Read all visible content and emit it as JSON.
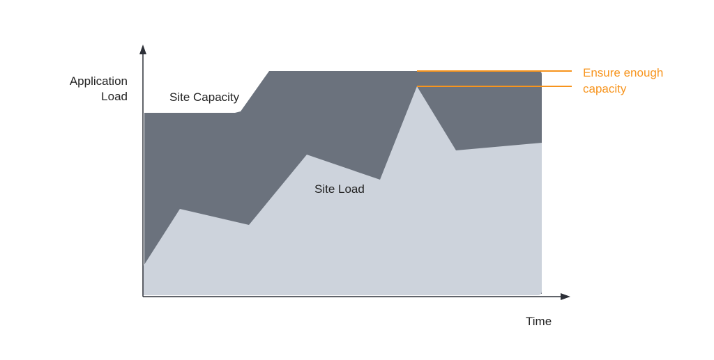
{
  "diagram": {
    "y_axis_label_line1": "Application",
    "y_axis_label_line2": "Load",
    "x_axis_label": "Time",
    "capacity_label": "Site Capacity",
    "load_label": "Site Load",
    "annotation_line1": "Ensure enough",
    "annotation_line2": "capacity"
  },
  "colors": {
    "capacity_fill": "#6b727d",
    "load_fill": "#cdd3dc",
    "annotation": "#f7941d",
    "axis": "#2d3038",
    "text": "#222222"
  }
}
